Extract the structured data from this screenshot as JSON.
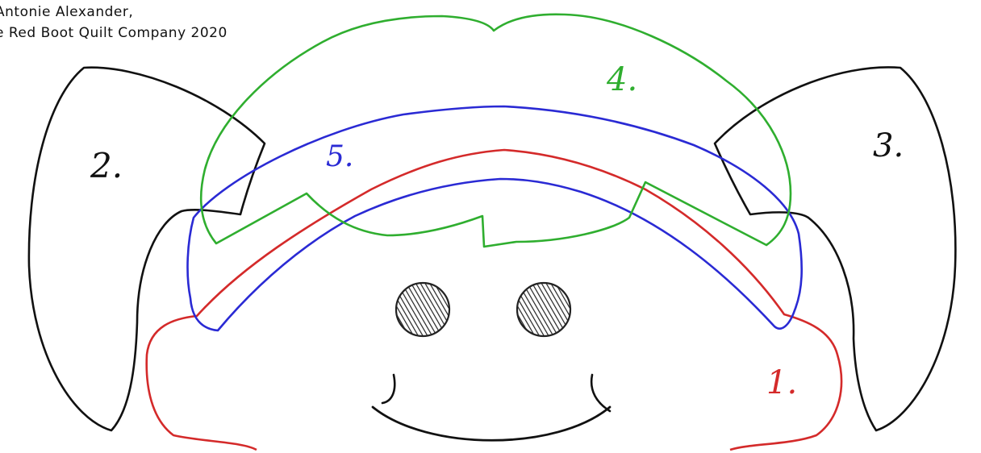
{
  "credit": {
    "line1": "Antonie Alexander,",
    "line2": "e Red Boot Quilt Company 2020"
  },
  "pieces": [
    {
      "number": "1.",
      "color": "#d42a2a"
    },
    {
      "number": "2.",
      "color": "#111111"
    },
    {
      "number": "3.",
      "color": "#111111"
    },
    {
      "number": "4.",
      "color": "#2fae2f"
    },
    {
      "number": "5.",
      "color": "#2a2ad4"
    }
  ],
  "colors": {
    "outline_black": "#111111",
    "outline_red": "#d42a2a",
    "outline_green": "#2fae2f",
    "outline_blue": "#2a2ad4",
    "eye_fill": "#333333"
  }
}
